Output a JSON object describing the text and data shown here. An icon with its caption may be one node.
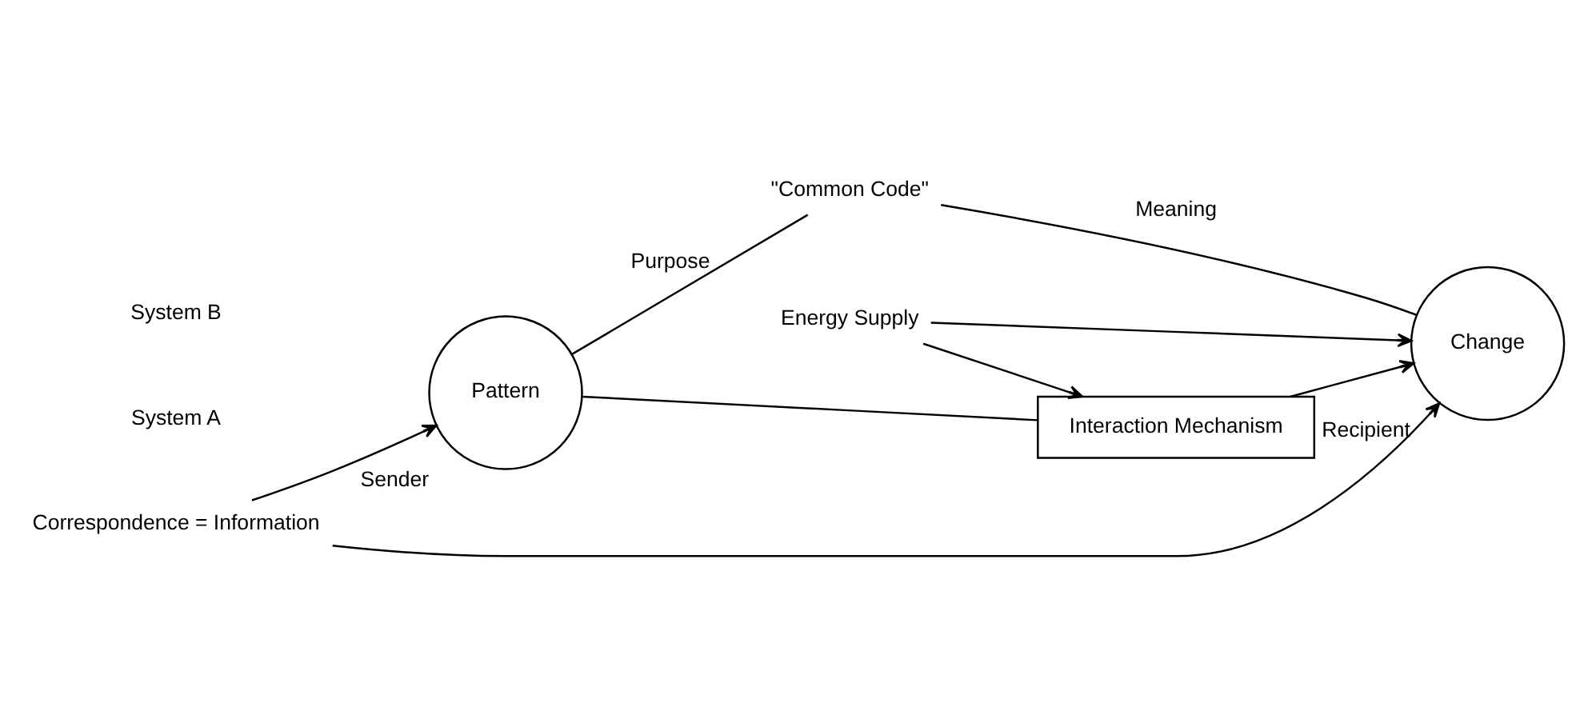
{
  "diagram": {
    "nodes": [
      {
        "text": [
          "Pattern"
        ],
        "beside": [
          "Sender"
        ]
      },
      {
        "text": [
          "Interaction Mechanism"
        ]
      },
      {
        "text": [
          "Change"
        ],
        "beside": [
          "Recipient"
        ]
      },
      {
        "text": [
          "\"Common Code\""
        ]
      },
      {
        "text": [
          "Energy Supply"
        ]
      },
      {
        "text": [
          "Correspondence = Information"
        ]
      }
    ],
    "edges": [
      {
        "from": 0,
        "to": 3,
        "arrow": "none",
        "label": "Purpose"
      },
      {
        "from": 3,
        "to": 2,
        "arrow": "none",
        "label": "Meaning"
      },
      {
        "from": 4,
        "to": 1,
        "arrow": "to"
      },
      {
        "from": 4,
        "to": 2,
        "arrow": "to"
      },
      {
        "from": 0,
        "to": 1,
        "arrow": "none"
      },
      {
        "from": 1,
        "to": 2,
        "arrow": "to"
      },
      {
        "from": 5,
        "to": 0,
        "arrow": "to"
      },
      {
        "from": 5,
        "to": 2,
        "arrow": "to"
      }
    ],
    "labels": [
      "System A",
      "System B"
    ]
  }
}
